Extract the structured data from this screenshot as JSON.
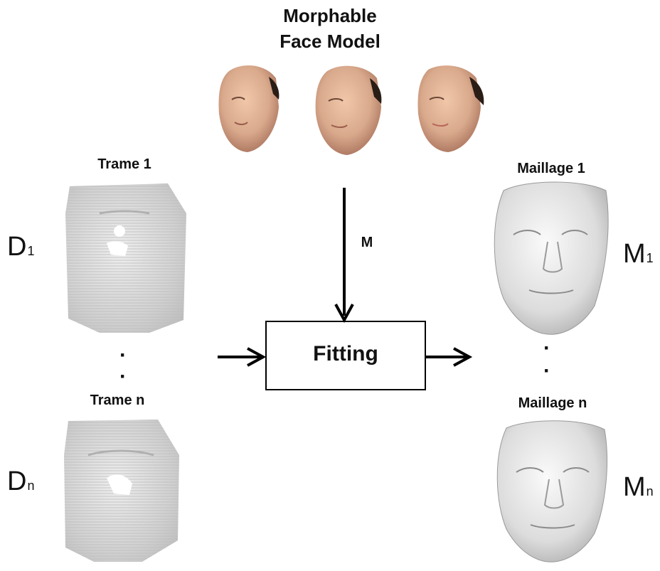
{
  "model": {
    "title_line1": "Morphable",
    "title_line2": "Face Model",
    "param_label": "M"
  },
  "process": {
    "box_label": "Fitting"
  },
  "inputs": {
    "frame_first_label": "Trame 1",
    "frame_last_label": "Trame n",
    "d1_main": "D",
    "d1_sub": "1",
    "dn_main": "D",
    "dn_sub": "n",
    "ellipsis": "·"
  },
  "outputs": {
    "mesh_first_label": "Maillage 1",
    "mesh_last_label": "Maillage n",
    "m1_main": "M",
    "m1_sub": "1",
    "mn_main": "M",
    "mn_sub": "n",
    "ellipsis": "·"
  },
  "colors": {
    "skin": "#d9a98c",
    "skin_shadow": "#b98266",
    "hair": "#2a1d16",
    "scan_gray": "#d6d6d6",
    "mesh_gray": "#e2e2e2",
    "ink": "#000000"
  }
}
